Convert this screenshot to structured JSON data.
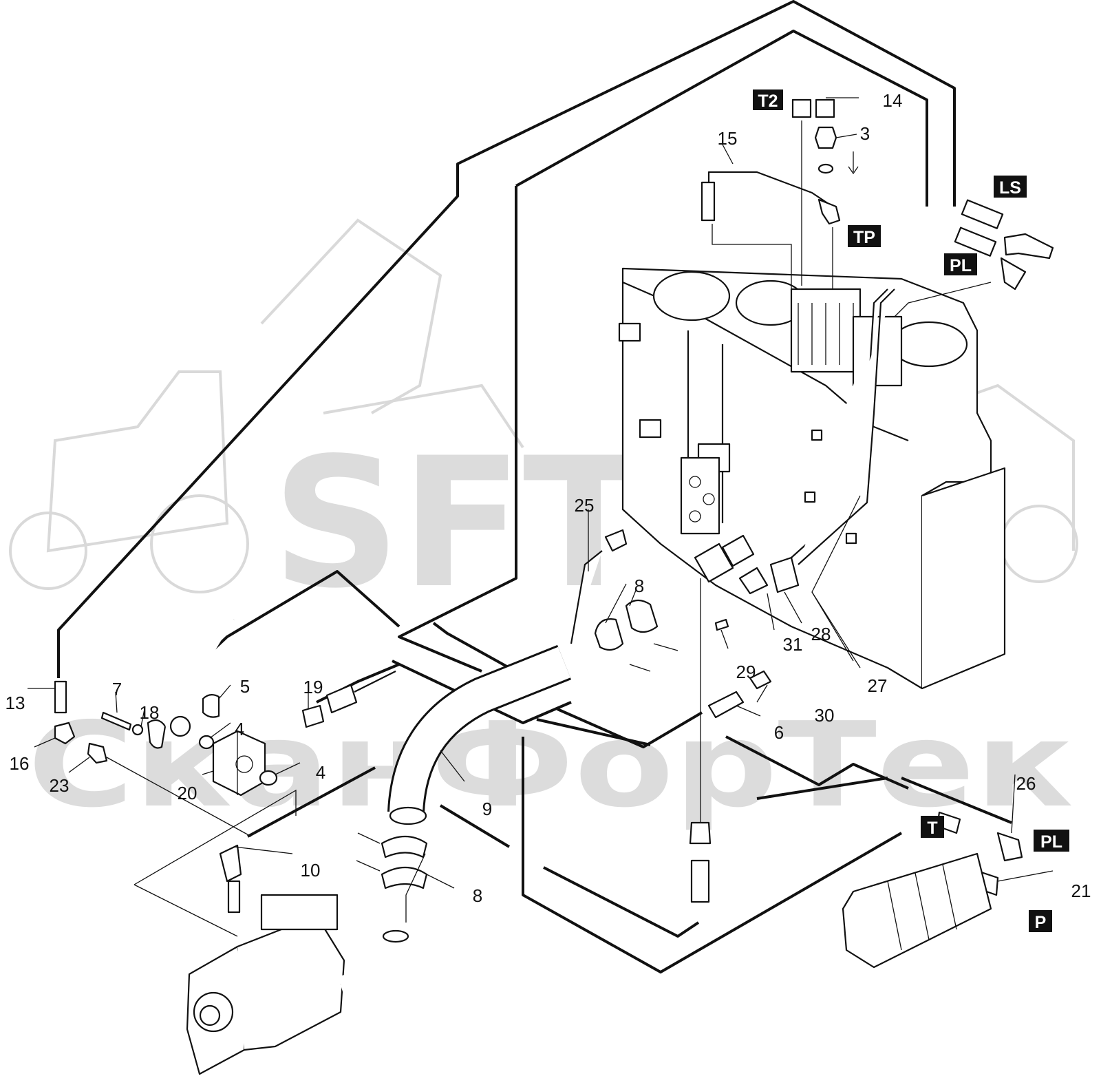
{
  "watermark": {
    "brand": "SFT",
    "company": "СканФорТек",
    "color": "#dcdcdc"
  },
  "port_labels": [
    {
      "id": "T2",
      "text": "T2"
    },
    {
      "id": "LS",
      "text": "LS"
    },
    {
      "id": "TP",
      "text": "TP"
    },
    {
      "id": "PL-top",
      "text": "PL"
    },
    {
      "id": "T",
      "text": "T"
    },
    {
      "id": "PL-bottom",
      "text": "PL"
    },
    {
      "id": "P",
      "text": "P"
    }
  ],
  "callouts": [
    {
      "id": "c3",
      "text": "3"
    },
    {
      "id": "c4a",
      "text": "4"
    },
    {
      "id": "c4b",
      "text": "4"
    },
    {
      "id": "c5",
      "text": "5"
    },
    {
      "id": "c6",
      "text": "6"
    },
    {
      "id": "c7",
      "text": "7"
    },
    {
      "id": "c8a",
      "text": "8"
    },
    {
      "id": "c8b",
      "text": "8"
    },
    {
      "id": "c9",
      "text": "9"
    },
    {
      "id": "c10",
      "text": "10"
    },
    {
      "id": "c13",
      "text": "13"
    },
    {
      "id": "c14",
      "text": "14"
    },
    {
      "id": "c15",
      "text": "15"
    },
    {
      "id": "c16",
      "text": "16"
    },
    {
      "id": "c18",
      "text": "18"
    },
    {
      "id": "c19",
      "text": "19"
    },
    {
      "id": "c20",
      "text": "20"
    },
    {
      "id": "c21",
      "text": "21"
    },
    {
      "id": "c23",
      "text": "23"
    },
    {
      "id": "c25",
      "text": "25"
    },
    {
      "id": "c26",
      "text": "26"
    },
    {
      "id": "c27",
      "text": "27"
    },
    {
      "id": "c28",
      "text": "28"
    },
    {
      "id": "c29",
      "text": "29"
    },
    {
      "id": "c30",
      "text": "30"
    },
    {
      "id": "c31",
      "text": "31"
    }
  ]
}
